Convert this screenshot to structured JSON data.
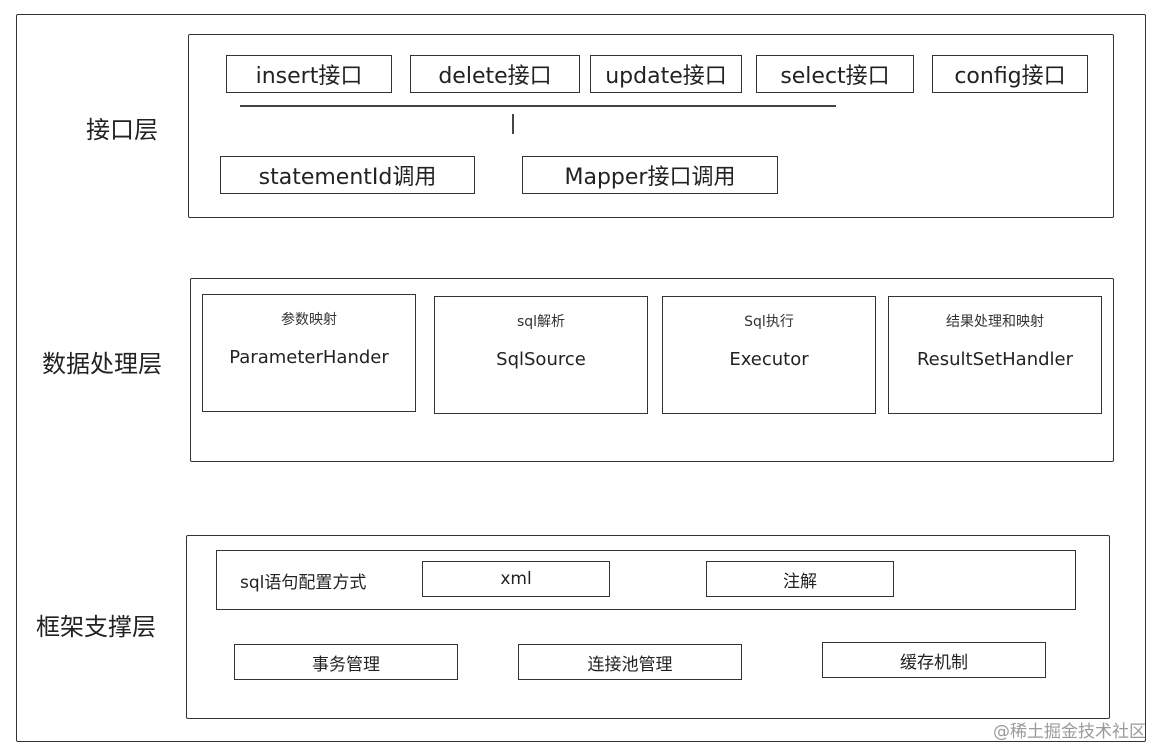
{
  "layers": {
    "interface": {
      "label": "接口层",
      "buttons": [
        {
          "label": "insert接口"
        },
        {
          "label": "delete接口"
        },
        {
          "label": "update接口"
        },
        {
          "label": "select接口"
        },
        {
          "label": "config接口"
        }
      ],
      "calls": [
        {
          "label": "statementId调用"
        },
        {
          "label": "Mapper接口调用"
        }
      ]
    },
    "data_processing": {
      "label": "数据处理层",
      "modules": [
        {
          "title": "参数映射",
          "name": "ParameterHander"
        },
        {
          "title": "sql解析",
          "name": "SqlSource"
        },
        {
          "title": "Sql执行",
          "name": "Executor"
        },
        {
          "title": "结果处理和映射",
          "name": "ResultSetHandler"
        }
      ]
    },
    "framework": {
      "label": "框架支撑层",
      "config": {
        "label": "sql语句配置方式",
        "options": [
          {
            "label": "xml"
          },
          {
            "label": "注解"
          }
        ]
      },
      "services": [
        {
          "label": "事务管理"
        },
        {
          "label": "连接池管理"
        },
        {
          "label": "缓存机制"
        }
      ]
    }
  },
  "watermark": "@稀土掘金技术社区"
}
